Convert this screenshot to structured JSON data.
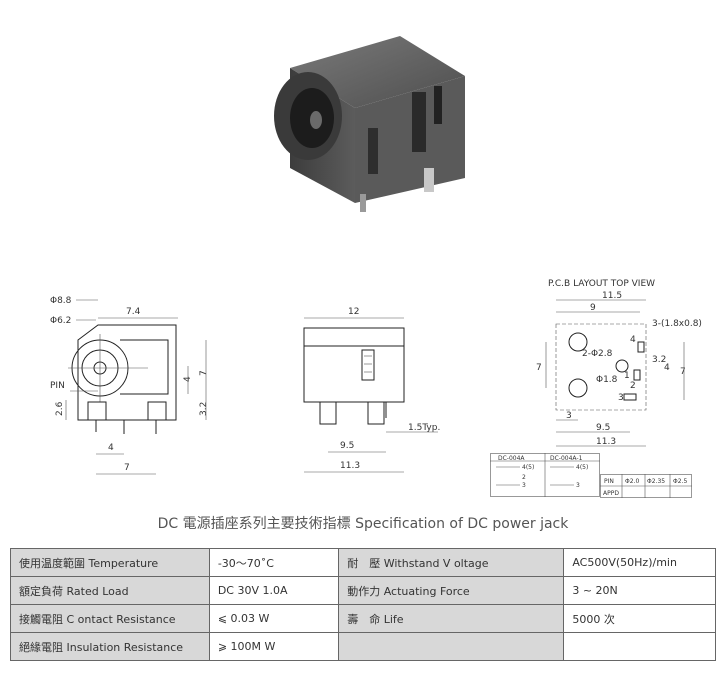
{
  "view1": {
    "d_outer": "Φ8.8",
    "d_inner": "Φ6.2",
    "w_top": "7.4",
    "pin_label": "PIN",
    "h_left": "2.6",
    "h_4": "4",
    "h_7": "7",
    "h_32": "3.2",
    "w_4": "4",
    "w_7": "7"
  },
  "view2": {
    "w_top": "12",
    "pin_typ": "1.5Typ.",
    "w_95": "9.5",
    "w_113": "11.3"
  },
  "view3": {
    "title": "P.C.B LAYOUT  TOP VIEW",
    "w_115": "11.5",
    "w_9": "9",
    "slots": "3-(1.8x0.8)",
    "holes": "2-Φ2.8",
    "d18": "Φ1.8",
    "h_7": "7",
    "h_32": "3.2",
    "h_4": "4",
    "h_7r": "7",
    "w_3": "3",
    "w_95": "9.5",
    "w_113": "11.3",
    "n4": "4",
    "n1": "1",
    "n2": "2",
    "n3": "3"
  },
  "variants": {
    "a": "DC-004A",
    "b": "DC-004A-1",
    "a4": "4(5)",
    "a2": "2",
    "a3": "3",
    "b4": "4(5)",
    "b3": "3"
  },
  "pin_table": {
    "header": [
      "PIN",
      "Φ2.0",
      "Φ2.35",
      "Φ2.5"
    ],
    "row_label": "APPD"
  },
  "spec_title": "DC  電源插座系列主要技術指標 Specification of DC power jack",
  "specs": [
    {
      "l1": "使用温度範圍 Temperature",
      "v1": "-30～70˚C",
      "l2": "耐　壓  Withstand V oltage",
      "v2": "AC500V(50Hz)/min"
    },
    {
      "l1": "額定負荷  Rated Load",
      "v1": "DC  30V  1.0A",
      "l2": "動作力  Actuating Force",
      "v2": "3 ~ 20N"
    },
    {
      "l1": "接觸電阻  C ontact Resistance",
      "v1": "⩽ 0.03 W",
      "l2": "壽　命  Life",
      "v2": "5000 次"
    },
    {
      "l1": "絕緣電阻  Insulation Resistance",
      "v1": "⩾ 100M W",
      "l2": "",
      "v2": ""
    }
  ]
}
